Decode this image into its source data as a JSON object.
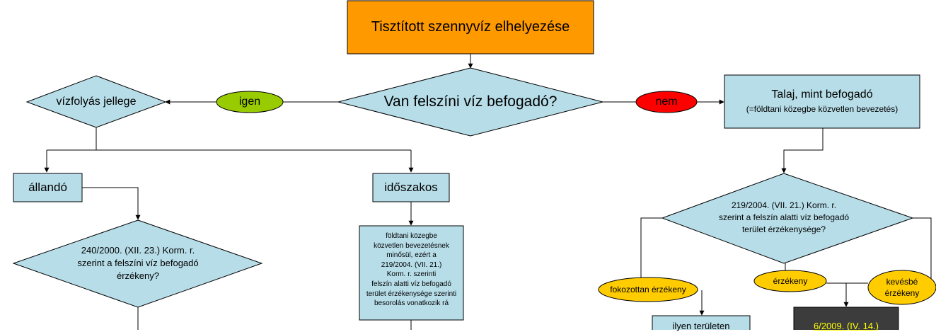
{
  "colors": {
    "orange": "#ff9900",
    "light_blue": "#b7dde8",
    "green": "#99cc00",
    "red": "#ff0000",
    "yellow": "#ffcc00",
    "dark_box": "#3c3c3c",
    "dark_text": "#ffff00"
  },
  "nodes": {
    "title": "Tisztított szennyvíz elhelyezése",
    "question": "Van felszíni víz befogadó?",
    "yes": "igen",
    "no": "nem",
    "stream_type": "vízfolyás jellege",
    "soil_line1": "Talaj, mint befogadó",
    "soil_line2": "(=földtani közegbe közvetlen bevezetés)",
    "permanent": "állandó",
    "periodic": "időszakos",
    "surface_sens_1": "240/2000. (XII. 23.) Korm. r.",
    "surface_sens_2": "szerint a felszíni víz befogadó",
    "surface_sens_3": "érzékeny?",
    "periodic_note": [
      "földtani közegbe",
      "közvetlen bevezetésnek",
      "minősül, ezért a",
      "219/2004. (VII. 21.)",
      "Korm. r. szerinti",
      "felszín alatti víz befogadó",
      "terület érzékenysége szerinti",
      "besorolás vonatkozik rá"
    ],
    "ground_sens_1": "219/2004. (VII. 21.) Korm. r.",
    "ground_sens_2": "szerint a felszín alatti víz befogadó",
    "ground_sens_3": "terület érzékenysége?",
    "highly_sensitive": "fokozottan érzékeny",
    "sensitive": "érzékeny",
    "less_sensitive_1": "kevésbé",
    "less_sensitive_2": "érzékeny",
    "such_area": "ilyen területen",
    "decree": "6/2009. (IV. 14.)"
  }
}
